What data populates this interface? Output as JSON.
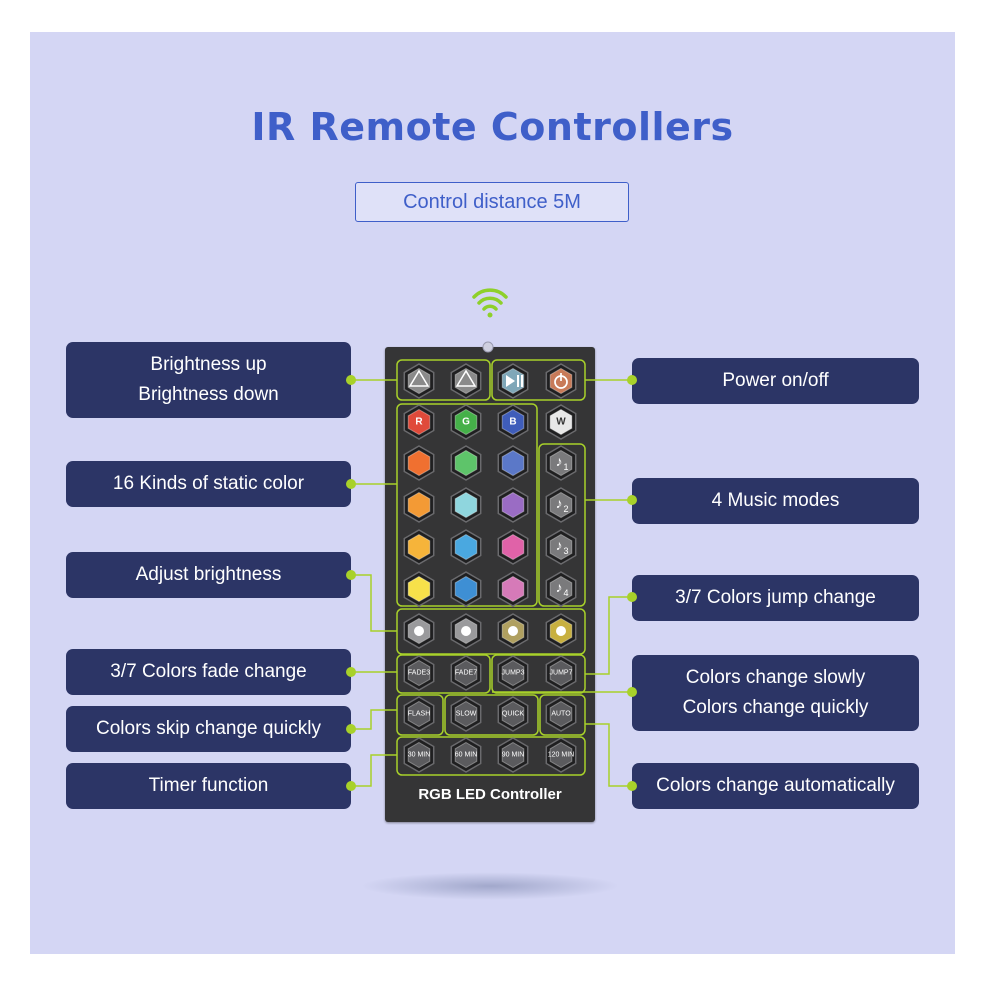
{
  "title": "IR Remote Controllers",
  "subtitle": "Control distance 5M",
  "remote": {
    "name": "RGB LED Controller",
    "color_letters": [
      "R",
      "G",
      "B",
      "W"
    ],
    "music_numbers": [
      "1",
      "2",
      "3",
      "4"
    ],
    "mode_buttons": [
      "FADE3",
      "FADE7",
      "JUMP3",
      "JUMP7"
    ],
    "speed_buttons": [
      "FLASH",
      "SLOW",
      "QUICK",
      "AUTO"
    ],
    "timer_buttons": [
      "30 MIN",
      "60 MIN",
      "90 MIN",
      "120 MIN"
    ],
    "static_colors": [
      "#e04a3a",
      "#45b049",
      "#3f5dba",
      "#e8e8e8",
      "#f07030",
      "#5ec46a",
      "#5b78c8",
      "#f39a35",
      "#8fd6de",
      "#9a6cc4",
      "#f6b43a",
      "#4aa8e0",
      "#e062a8",
      "#f7e14a",
      "#3e8fd4",
      "#d67ab8"
    ]
  },
  "labels": {
    "brightness": [
      "Brightness up",
      "Brightness down"
    ],
    "static_color": "16 Kinds of static color",
    "adjust_brightness": "Adjust brightness",
    "fade": "3/7 Colors fade change",
    "skip": "Colors skip change quickly",
    "timer": "Timer function",
    "power": "Power on/off",
    "music": "4 Music modes",
    "jump": "3/7 Colors jump change",
    "speed": [
      "Colors change slowly",
      "Colors change quickly"
    ],
    "auto": "Colors change automatically"
  },
  "colors": {
    "background": "#d4d6f4",
    "title": "#3f5fc9",
    "label_bg": "#2c3566",
    "remote_body": "#353536",
    "connector": "#a8d12a",
    "wifi": "#8ed02a"
  }
}
